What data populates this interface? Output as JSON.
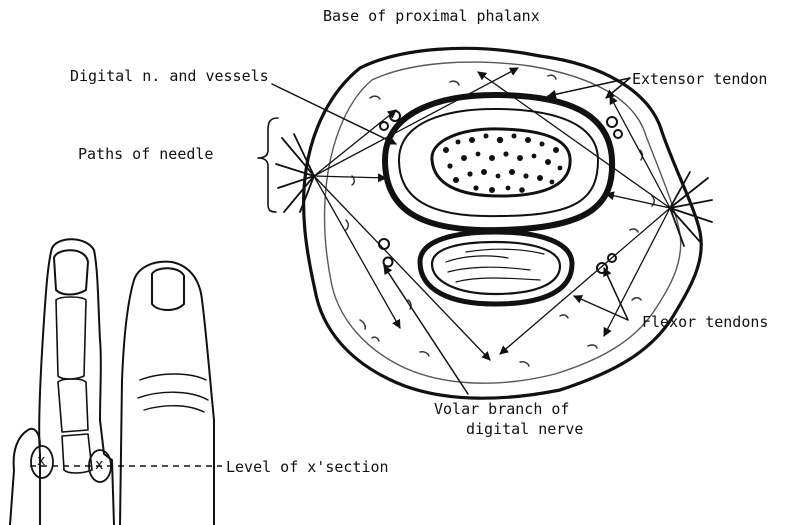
{
  "labels": {
    "base_of_proximal_phalanx": "Base of proximal phalanx",
    "digital_nerve_vessels": "Digital n. and vessels",
    "extensor_tendon": "Extensor tendon",
    "paths_of_needle": "Paths of needle",
    "flexor_tendons": "Flexor tendons",
    "volar_branch_line1": "Volar branch of",
    "volar_branch_line2": "digital nerve",
    "level_of_section": "Level of x'section",
    "injection_mark": "x"
  },
  "colors": {
    "ink": "#111111",
    "background": "#ffffff"
  }
}
